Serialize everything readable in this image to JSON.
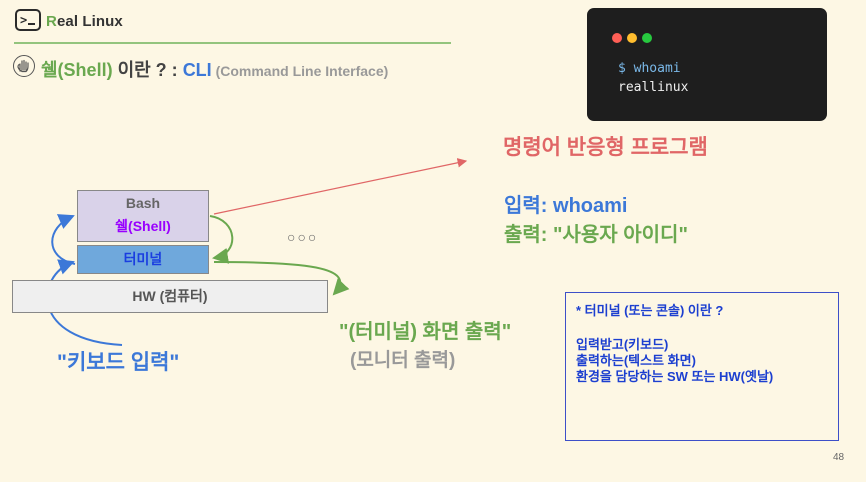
{
  "brand": {
    "accent_letter": "R",
    "rest": "eal Linux"
  },
  "heading": {
    "shell": "쉘(Shell)",
    "middle": " 이란 ? : ",
    "cli": "CLI",
    "cli_full": " (Command Line Interface)"
  },
  "terminal": {
    "command": "$ whoami",
    "output": "reallinux"
  },
  "diagram": {
    "shell_top": "Bash",
    "shell_bottom": "쉘(Shell)",
    "terminal": "터미널",
    "hw": "HW (컴퓨터)",
    "ellipsis": "○○○",
    "command_label": "명령어 반응형 프로그램",
    "input_line": "입력: whoami",
    "output_line": "출력: \"사용자 아이디\"",
    "screen_output": "\"(터미널) 화면 출력\"",
    "monitor_output": "(모니터 출력)",
    "keyboard_input": "\"키보드 입력\""
  },
  "note": {
    "title": "* 터미널 (또는 콘솔) 이란 ?",
    "line1": "입력받고(키보드)",
    "line2": "출력하는(텍스트 화면)",
    "line3": "환경을 담당하는 SW 또는 HW(옛날)"
  },
  "page_number": "48",
  "colors": {
    "background": "#fdf7e4",
    "green": "#6aa84f",
    "blue": "#3c78d8",
    "red": "#e06666",
    "shell_fill": "#d9d2e9",
    "terminal_fill": "#6fa8dc",
    "hw_fill": "#efefef"
  }
}
